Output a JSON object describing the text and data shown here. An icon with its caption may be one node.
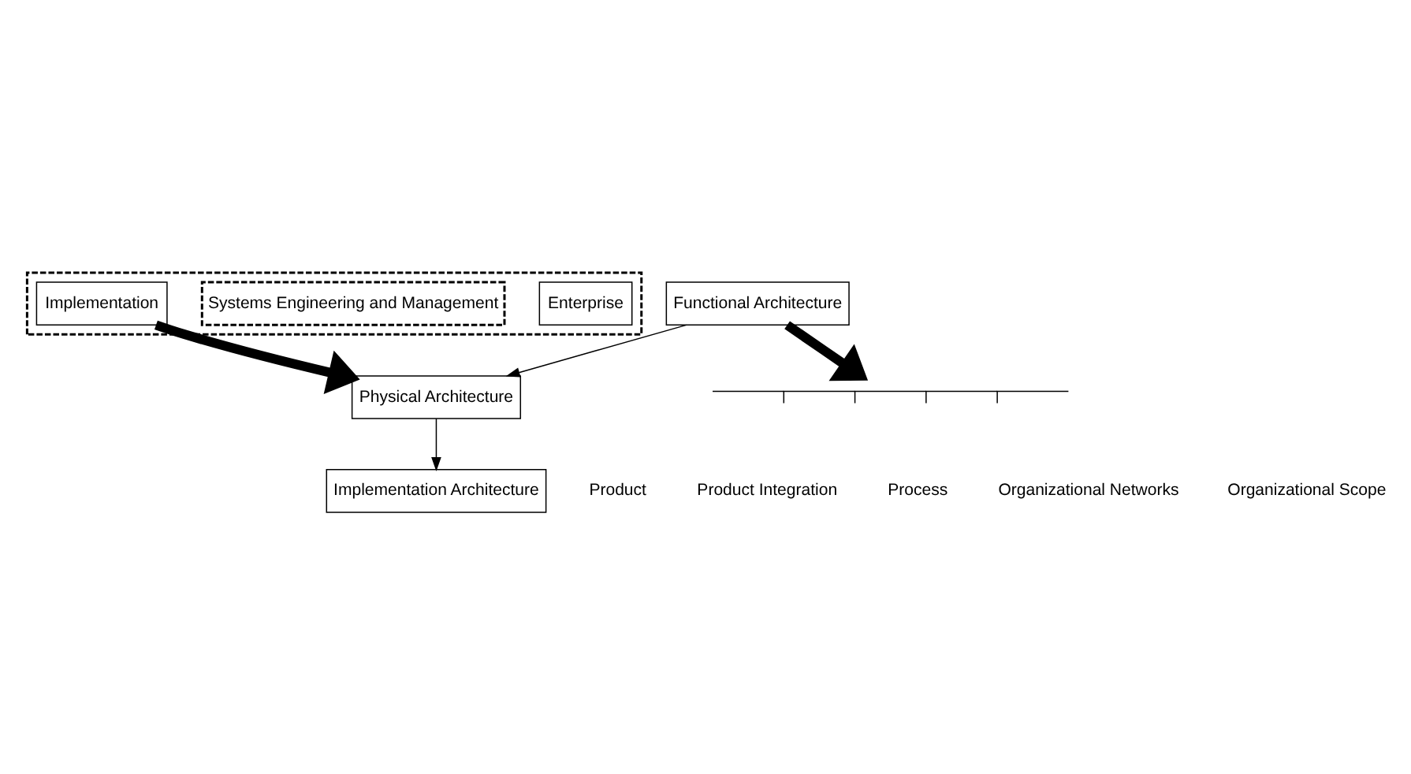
{
  "diagram": {
    "nodes": [
      {
        "text": [],
        "shape": "hexagon"
      },
      {
        "text": [
          "Enterprise"
        ],
        "in": 0
      },
      {
        "text": [
          "Systems Engineering and Management"
        ],
        "in": 0
      },
      {
        "text": [
          "Implementation"
        ],
        "in": 0
      },
      {
        "text": [
          "Functional Architecture"
        ]
      },
      {
        "text": [
          "Physical Architecture"
        ]
      },
      {
        "text": [
          "Implementation Architecture"
        ]
      },
      {
        "text": [],
        "shape": "stairs"
      }
    ],
    "edges": [
      {
        "from": 3,
        "to": 5,
        "arrow": "to",
        "style": "thick"
      },
      {
        "from": 4,
        "to": 5,
        "arrow": "to"
      },
      {
        "from": 5,
        "to": 6,
        "arrow": "to"
      },
      {
        "from": 4,
        "to": 7,
        "arrow": "to",
        "style": "thick"
      }
    ],
    "labels": [
      "Organizational Scope",
      "Organizational Networks",
      "Process",
      "Product Integration",
      "Product"
    ]
  }
}
